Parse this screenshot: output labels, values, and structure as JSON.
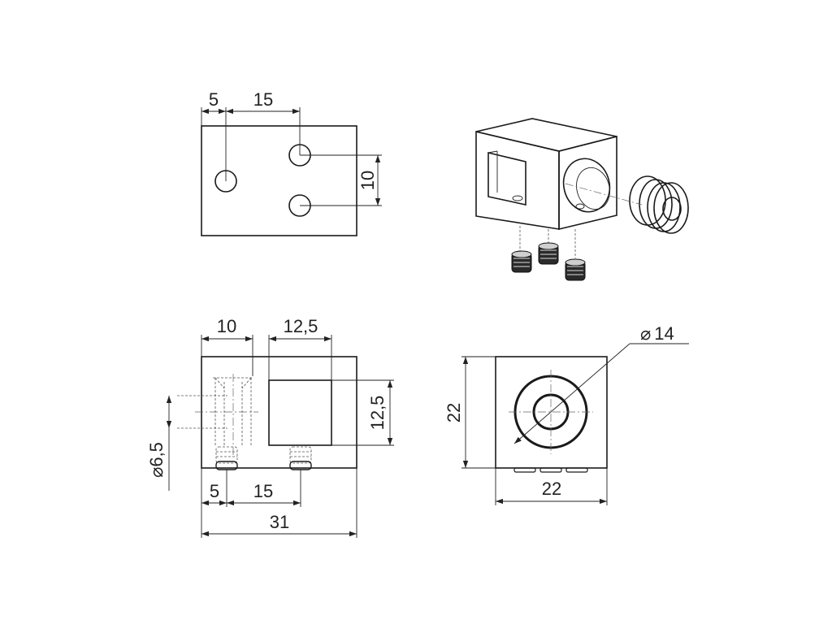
{
  "top_view": {
    "dim_left": "5",
    "dim_spacing": "15",
    "dim_vertical": "10"
  },
  "front_view": {
    "dim_hole_offset": "10",
    "dim_window_width": "12,5",
    "dim_window_height": "12,5",
    "dim_bore_diameter": "6,5",
    "dim_screw_left": "5",
    "dim_screw_spacing": "15",
    "dim_overall_length": "31"
  },
  "side_view": {
    "dim_diameter": "14",
    "dim_height": "22",
    "dim_width": "22"
  },
  "symbols": {
    "diameter": "⌀"
  },
  "colors": {
    "line": "#1a1a1a",
    "background": "#ffffff"
  }
}
